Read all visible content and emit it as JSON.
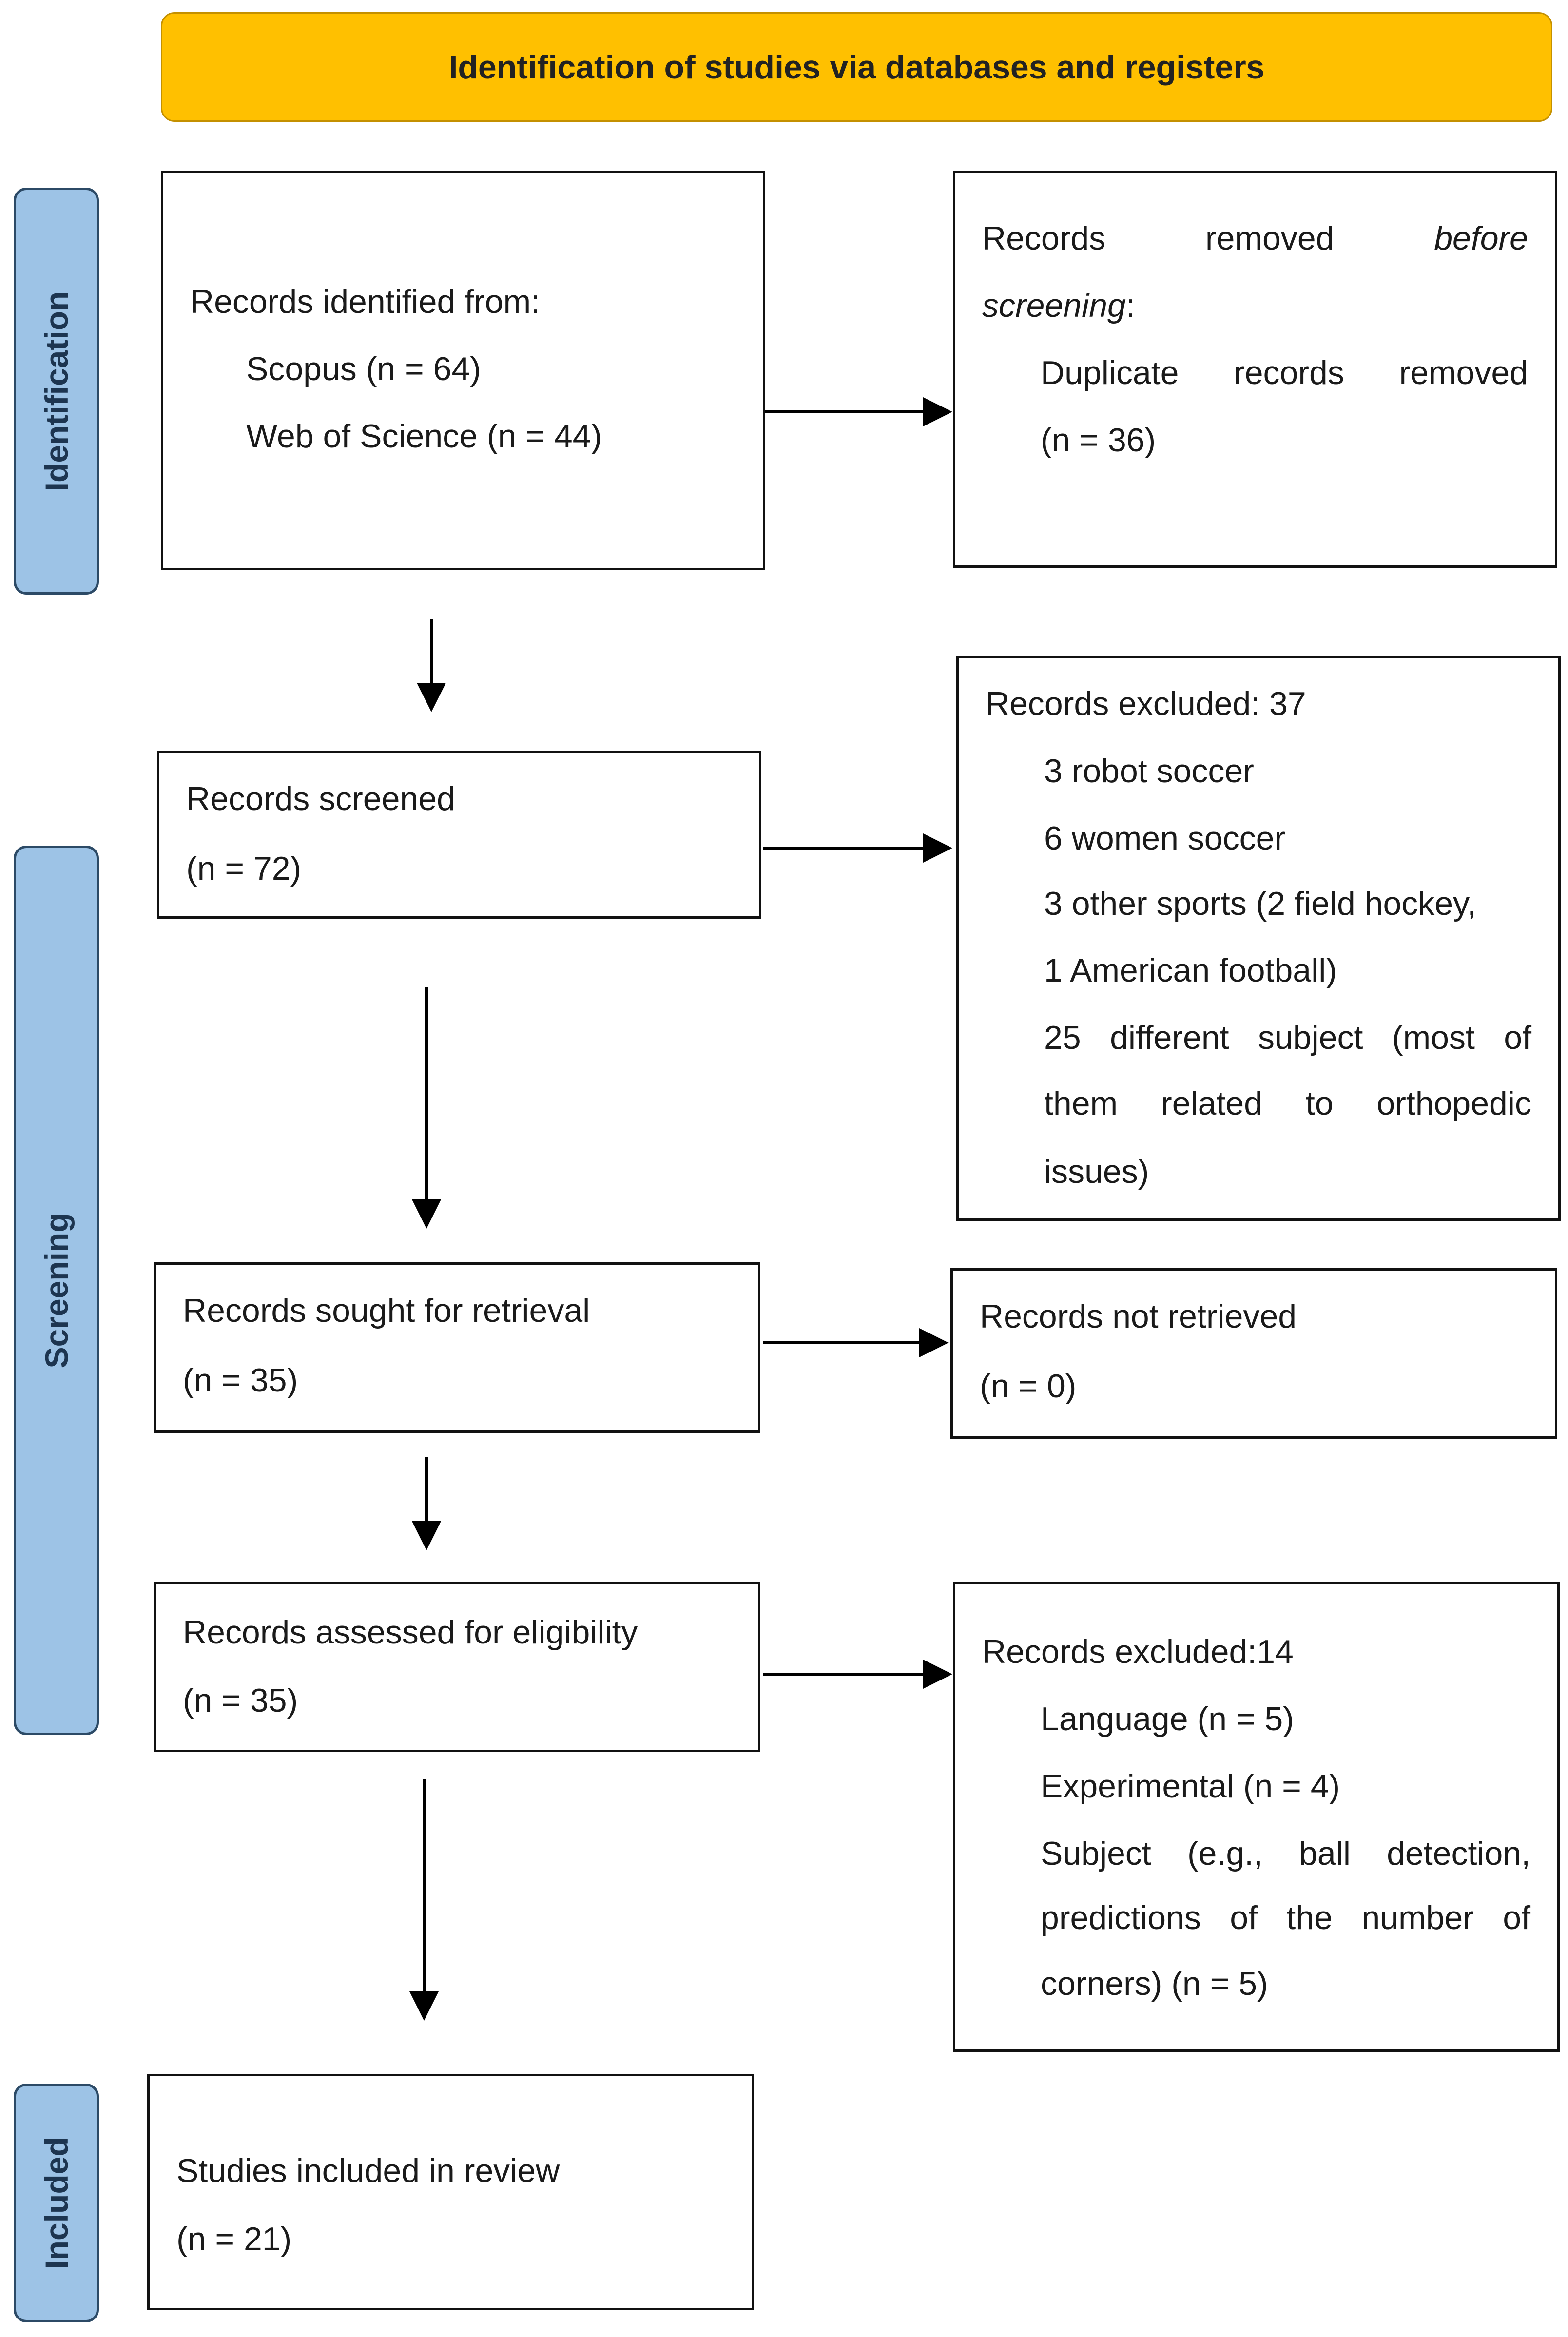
{
  "header": {
    "title": "Identification of studies via databases and registers"
  },
  "phases": {
    "identification": "Identification",
    "screening": "Screening",
    "included": "Included"
  },
  "boxes": {
    "identified": {
      "title": "Records identified from:",
      "sources": [
        "Scopus (n = 64)",
        "Web of Science (n = 44)"
      ]
    },
    "removed": {
      "word1": "Records",
      "word2": "removed",
      "word3": "before",
      "word4": "screening",
      "colon": ":",
      "dup_words": [
        "Duplicate",
        "records",
        "removed"
      ],
      "dup_count": "(n = 36)"
    },
    "screened": {
      "title": "Records screened",
      "count": "(n = 72)"
    },
    "excluded1": {
      "title": "Records excluded: 37",
      "items": [
        "3 robot soccer",
        "6 women soccer",
        "3 other sports (2 field hockey,",
        "1 American football)"
      ],
      "line5_words": [
        "25",
        "different",
        "subject",
        "(most",
        "of"
      ],
      "line6_words": [
        "them",
        "related",
        "to",
        "orthopedic"
      ],
      "line7": "issues)"
    },
    "sought": {
      "title": "Records sought for retrieval",
      "count": "(n = 35)"
    },
    "not_retrieved": {
      "title": "Records not retrieved",
      "count": "(n = 0)"
    },
    "assessed": {
      "title": "Records assessed for eligibility",
      "count": "(n = 35)"
    },
    "excluded2": {
      "title": "Records excluded:14",
      "items": [
        "Language (n = 5)",
        "Experimental (n = 4)"
      ],
      "line3_words": [
        "Subject",
        "(e.g.,",
        "ball",
        "detection,"
      ],
      "line4_words": [
        "predictions",
        "of",
        "the",
        "number",
        "of"
      ],
      "line5": "corners) (n = 5)"
    },
    "included": {
      "title": "Studies included in review",
      "count": "(n = 21)"
    }
  },
  "colors": {
    "header_fill": "#ffc000",
    "phase_fill": "#9dc3e6",
    "box_border": "#111111",
    "arrow": "#000000"
  }
}
